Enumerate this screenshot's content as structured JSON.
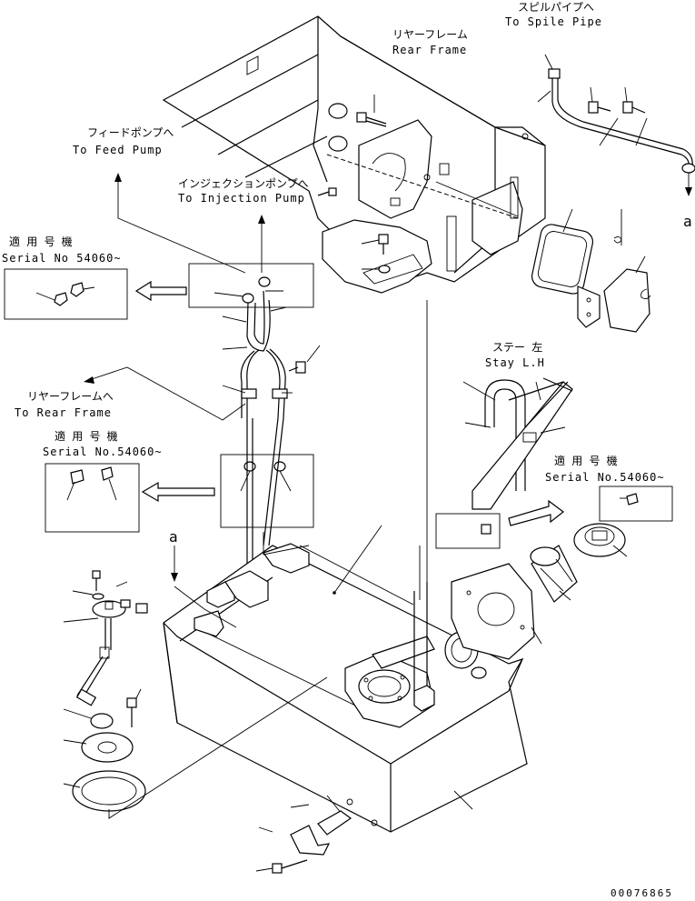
{
  "drawing_number": "00076865",
  "labels": {
    "spill_pipe": {
      "jp": "スピルパイプへ",
      "en": "To Spile Pipe"
    },
    "rear_frame": {
      "jp": "リヤーフレーム",
      "en": "Rear Frame"
    },
    "feed_pump": {
      "jp": "フィードポンプへ",
      "en": "To Feed Pump"
    },
    "injection_pump": {
      "jp": "インジェクションポンプへ",
      "en": "To Injection Pump"
    },
    "to_rear_frame": {
      "jp": "リヤーフレームへ",
      "en": "To Rear Frame"
    },
    "stay": {
      "jp": "ステー 左",
      "en": "Stay L.H"
    },
    "serial_top": {
      "jp": "適 用 号 機",
      "en": "Serial No 54060~"
    },
    "serial_mid": {
      "jp": "適 用 号 機",
      "en": "Serial No.54060~"
    },
    "serial_right": {
      "jp": "適 用 号 機",
      "en": "Serial No.54060~"
    },
    "ref_a": "a"
  },
  "icons": [
    "fuel-tank-icon",
    "rear-frame-icon",
    "fuel-hose-icon",
    "fuel-gauge-sender-icon",
    "strainer-icon",
    "tank-cap-icon",
    "stay-icon",
    "inspection-cover-icon",
    "bolt-icon",
    "clamp-icon",
    "arrow-icon"
  ]
}
